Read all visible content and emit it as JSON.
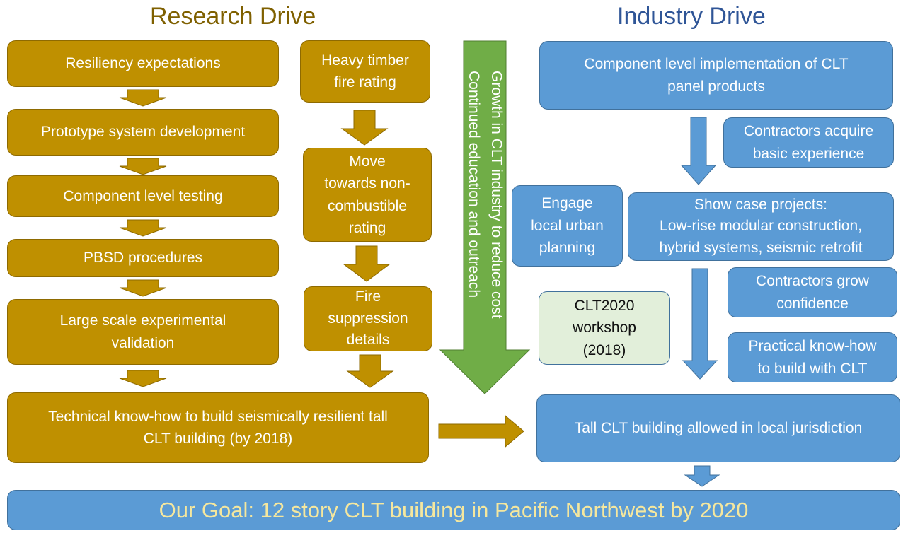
{
  "colors": {
    "research_fill": "#bf9000",
    "industry_fill": "#5b9bd5",
    "growth_arrow": "#70ad47",
    "workshop_fill": "#e2efda",
    "research_heading": "#7f6000",
    "industry_heading": "#2f5597",
    "goal_text": "#f5e79e"
  },
  "headings": {
    "research": "Research Drive",
    "industry": "Industry Drive"
  },
  "research": {
    "resiliency": [
      "Resiliency expectations"
    ],
    "prototype": [
      "Prototype system development"
    ],
    "component_testing": [
      "Component level testing"
    ],
    "pbsd": [
      "PBSD procedures"
    ],
    "large_scale": [
      "Large scale experimental",
      "validation"
    ],
    "heavy_timber": [
      "Heavy timber",
      "fire rating"
    ],
    "move_towards": [
      "Move",
      "towards non-",
      "combustible",
      "rating"
    ],
    "fire_suppression": [
      "Fire",
      "suppression",
      "details"
    ],
    "technical": [
      "Technical know-how to build seismically resilient tall",
      "CLT building (by 2018)"
    ]
  },
  "growth_arrow": {
    "line1": "Growth in CLT industry to reduce cost",
    "line2": "Continued education and outreach"
  },
  "industry": {
    "component_impl": [
      "Component level implementation of CLT",
      "panel products"
    ],
    "contractors_acquire": [
      "Contractors acquire",
      "basic experience"
    ],
    "engage": [
      "Engage",
      "local urban",
      "planning"
    ],
    "show_case": [
      "Show case projects:",
      "Low-rise modular construction,",
      "hybrid systems, seismic retrofit"
    ],
    "contractors_grow": [
      "Contractors grow",
      "confidence"
    ],
    "workshop": [
      "CLT2020",
      "workshop",
      "(2018)"
    ],
    "practical": [
      "Practical know-how",
      "to build with CLT"
    ],
    "tall_allowed": [
      "Tall CLT building allowed in local jurisdiction"
    ]
  },
  "goal": "Our Goal: 12 story CLT building in Pacific Northwest by 2020"
}
